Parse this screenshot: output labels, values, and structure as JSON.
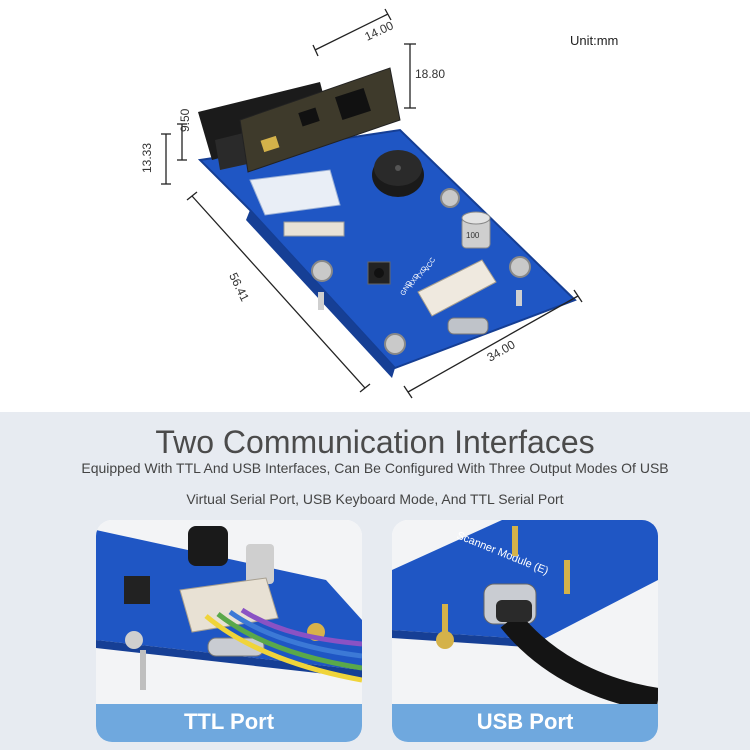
{
  "unit_label": "Unit:mm",
  "dimensions": {
    "width_top": "14.00",
    "height_side": "18.80",
    "depth_small": "9.50",
    "height_total": "13.33",
    "length": "56.41",
    "width": "34.00"
  },
  "board_silk": {
    "pins": [
      "VCC",
      "TXD",
      "RXD",
      "GND"
    ],
    "cap": "100"
  },
  "section": {
    "title": "Two Communication Interfaces",
    "subtitle_line1": "Equipped With TTL And USB Interfaces, Can Be Configured With Three Output Modes Of USB",
    "subtitle_line2": "Virtual Serial Port, USB Keyboard Mode, And TTL Serial Port"
  },
  "cards": {
    "ttl_label": "TTL Port",
    "usb_label": "USB Port",
    "usb_silk": "Scanner Module (E)"
  },
  "colors": {
    "pcb_blue": "#1f56c4",
    "label_blue": "#6fa8de",
    "background": "#e7ebf1"
  }
}
